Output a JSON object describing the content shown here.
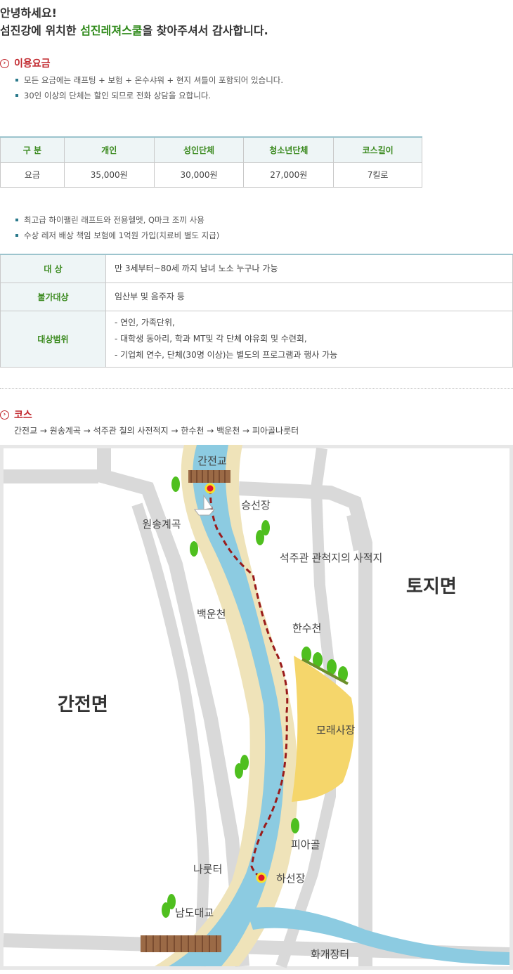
{
  "greeting": {
    "line1": "안녕하세요!",
    "line2_prefix": "섬진강에 위치한 ",
    "line2_highlight": "섬진레져스쿨",
    "line2_suffix": "을 찾아주셔서 감사합니다."
  },
  "pricing": {
    "heading": "이용요금",
    "notes": [
      "모든 요금에는 래프팅 + 보험 + 온수샤워 + 현지 셔틀이 포함되어 있습니다.",
      "30인 이상의 단체는 할인 되므로 전화 상담을 요합니다."
    ],
    "table": {
      "headers": [
        "구 분",
        "개인",
        "성인단체",
        "청소년단체",
        "코스길이"
      ],
      "row": [
        "요금",
        "35,000원",
        "30,000원",
        "27,000원",
        "7킬로"
      ]
    },
    "extra_notes": [
      "최고급 하이팰린 래프트와 전용헬멧, Q마크 조끼 사용",
      "수상 레저 배상 책임 보험에 1억원 가입(치료비 별도 지급)"
    ]
  },
  "target_table": {
    "rows": [
      {
        "label": "대 상",
        "lines": [
          "만 3세부터~80세 까지 남녀 노소 누구나 가능"
        ]
      },
      {
        "label": "불가대상",
        "lines": [
          "임산부 및 음주자 등"
        ]
      },
      {
        "label": "대상범위",
        "lines": [
          "- 연인, 가족단위,",
          "- 대학생 동아리, 학과 MT및 각 단체 야유회 및 수련회,",
          "- 기업체 연수, 단체(30명 이상)는 별도의 프로그램과 행사 가능"
        ]
      }
    ]
  },
  "course": {
    "heading": "코스",
    "route": "간전교 → 원송계곡 → 석주관 칠의 사전적지 → 한수천 → 백운천 → 피아골나룻터"
  },
  "map": {
    "labels": {
      "ganjeongyo": "간전교",
      "seungseonjang": "승선장",
      "wonsong": "원송계곡",
      "seokjugwan": "석주관 관척지의 사적지",
      "toji": "토지면",
      "baekun": "백운천",
      "hansu": "한수천",
      "ganjeon": "간전면",
      "moraesa": "모래사장",
      "piagol": "피아골",
      "narut": "나룻터",
      "haseon": "하선장",
      "namdo": "남도대교",
      "hwagae": "화개장터"
    },
    "colors": {
      "river": "#8ccbe1",
      "bank": "#efe3b9",
      "sand": "#f5d66b",
      "road": "#d9d9d9",
      "route": "#9a1b1b",
      "tree": "#4fbf1f"
    }
  }
}
